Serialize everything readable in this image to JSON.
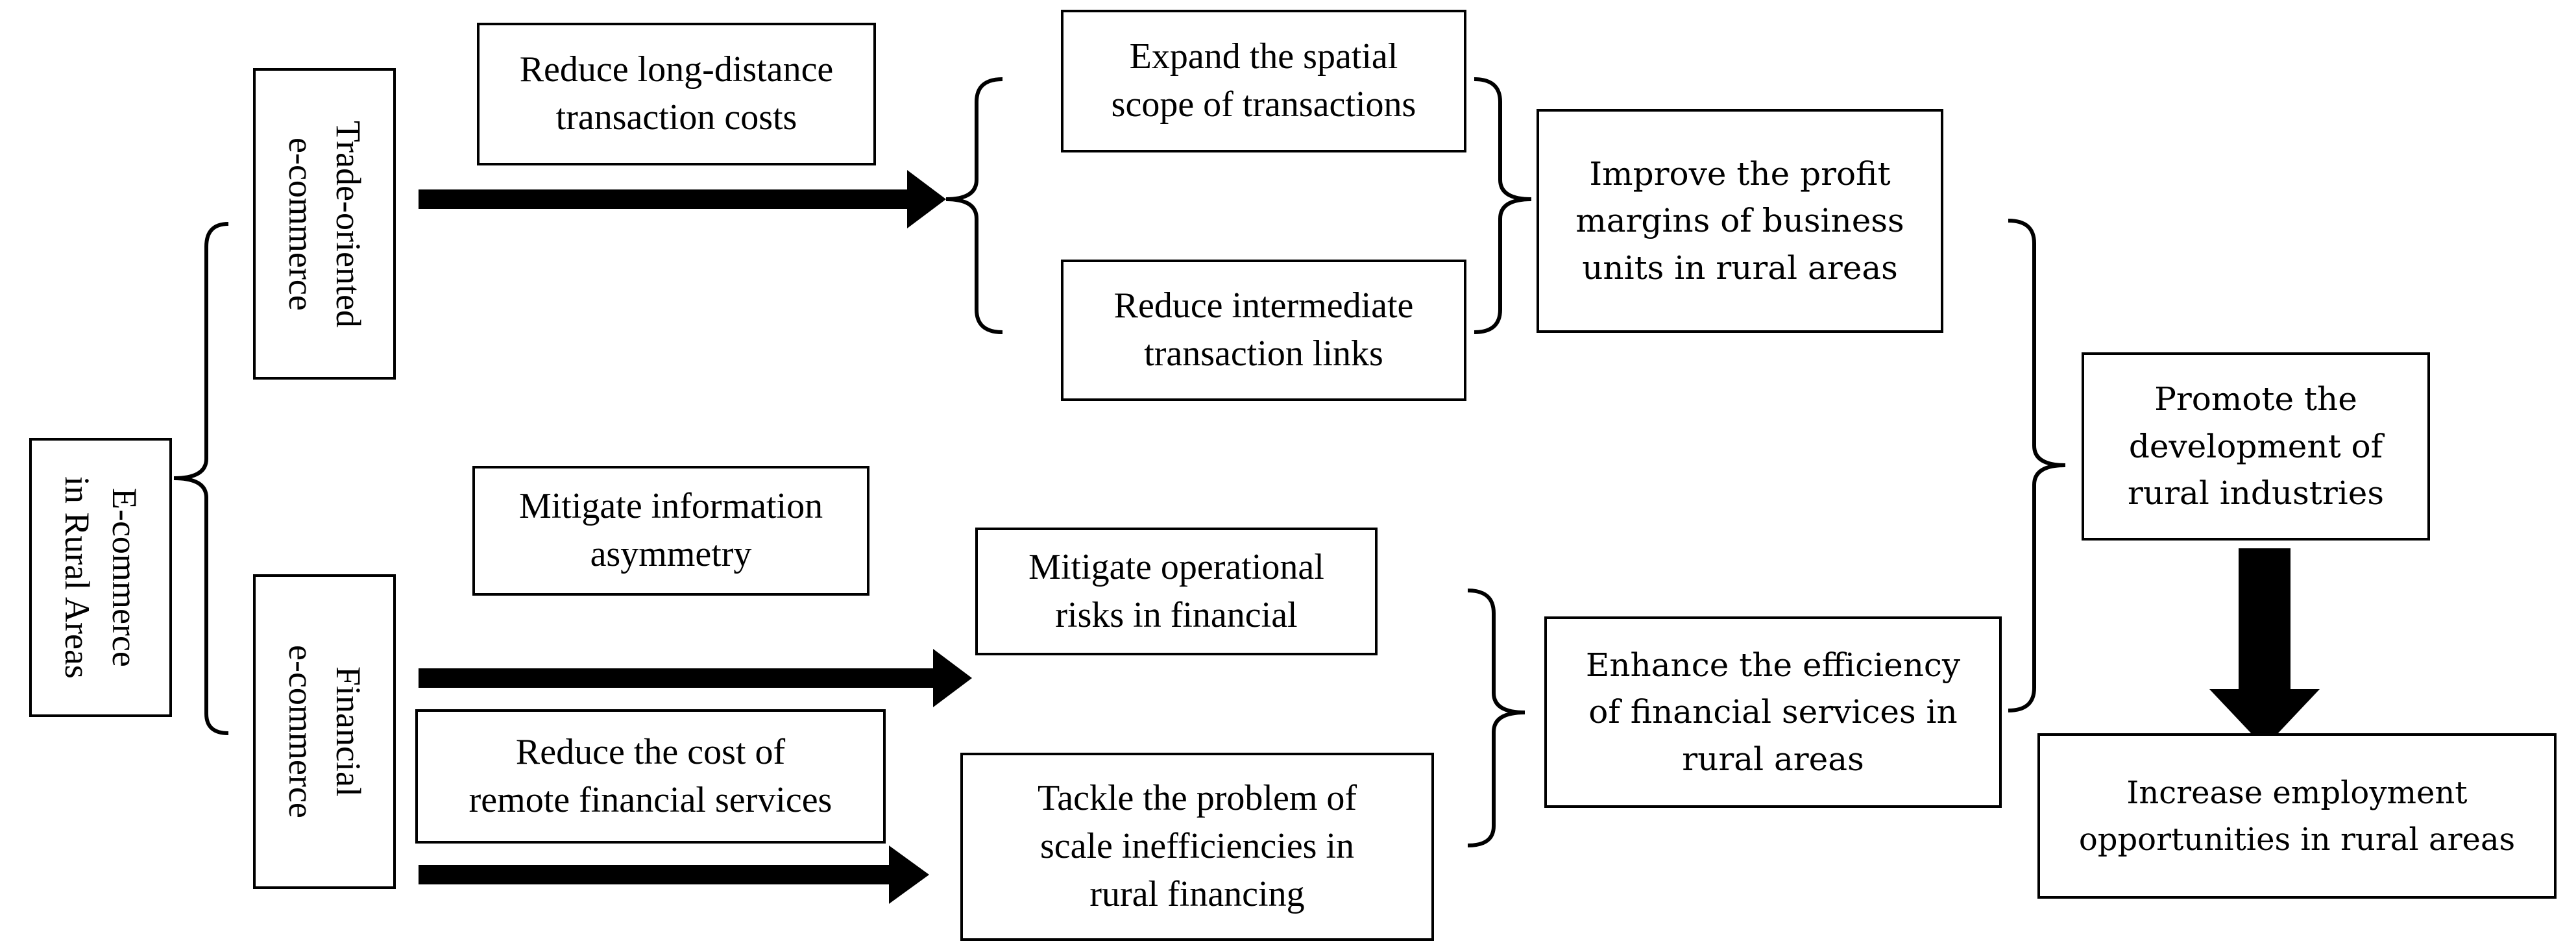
{
  "diagram": {
    "background_color": "#ffffff",
    "ink_color": "#000000",
    "root": {
      "lines": [
        "E-commerce",
        "in Rural Areas"
      ]
    },
    "branches": {
      "trade": {
        "lines": [
          "Trade-oriented",
          "e-commerce"
        ]
      },
      "financial": {
        "lines": [
          "Financial",
          "e-commerce"
        ]
      }
    },
    "boxes": {
      "reduce_long": {
        "lines": [
          "Reduce long-distance",
          "transaction costs"
        ]
      },
      "expand": {
        "lines": [
          "Expand the spatial",
          "scope of transactions"
        ]
      },
      "reduce_int": {
        "lines": [
          "Reduce intermediate",
          "transaction links"
        ]
      },
      "improve": {
        "lines": [
          "Improve the profit",
          "margins of business",
          "units in rural areas"
        ]
      },
      "promote": {
        "lines": [
          "Promote the",
          "development of",
          "rural industries"
        ]
      },
      "mitigate_info": {
        "lines": [
          "Mitigate information",
          "asymmetry"
        ]
      },
      "mitigate_op": {
        "lines": [
          "Mitigate operational",
          "risks in financial"
        ]
      },
      "reduce_cost": {
        "lines": [
          "Reduce the cost of",
          "remote financial services"
        ]
      },
      "tackle": {
        "lines": [
          "Tackle the problem of",
          "scale inefficiencies in",
          "rural financing"
        ]
      },
      "enhance": {
        "lines": [
          "Enhance the efficiency",
          "of financial services in",
          "rural areas"
        ]
      },
      "increase": {
        "lines": [
          "Increase employment",
          "opportunities in rural areas"
        ]
      }
    }
  }
}
